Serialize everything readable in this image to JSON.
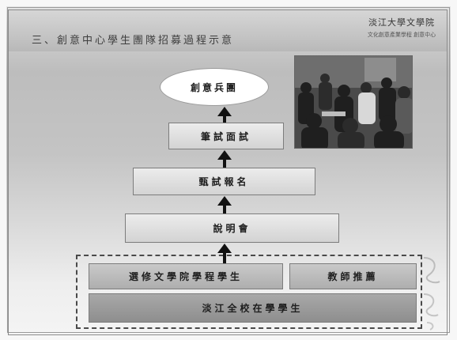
{
  "slide": {
    "title": "三、創意中心學生團隊招募過程示意",
    "org_name": "淡江大學文學院",
    "org_subtitle": "文化創意產業學程 創意中心"
  },
  "flow": {
    "goal": "創意兵團",
    "step3": "筆試面試",
    "step2": "甄試報名",
    "step1": "說明會",
    "sources": [
      "選修文學院學程學生",
      "教師推薦"
    ],
    "base": "淡江全校在學學生"
  },
  "photo": {
    "icon": "classroom-photo"
  },
  "colors": {
    "ellipse_fill": "#ffffff",
    "step_box": "#d9d9d9",
    "source_box": "#b5b5b5",
    "base_box": "#959595",
    "arrow": "#111111"
  }
}
